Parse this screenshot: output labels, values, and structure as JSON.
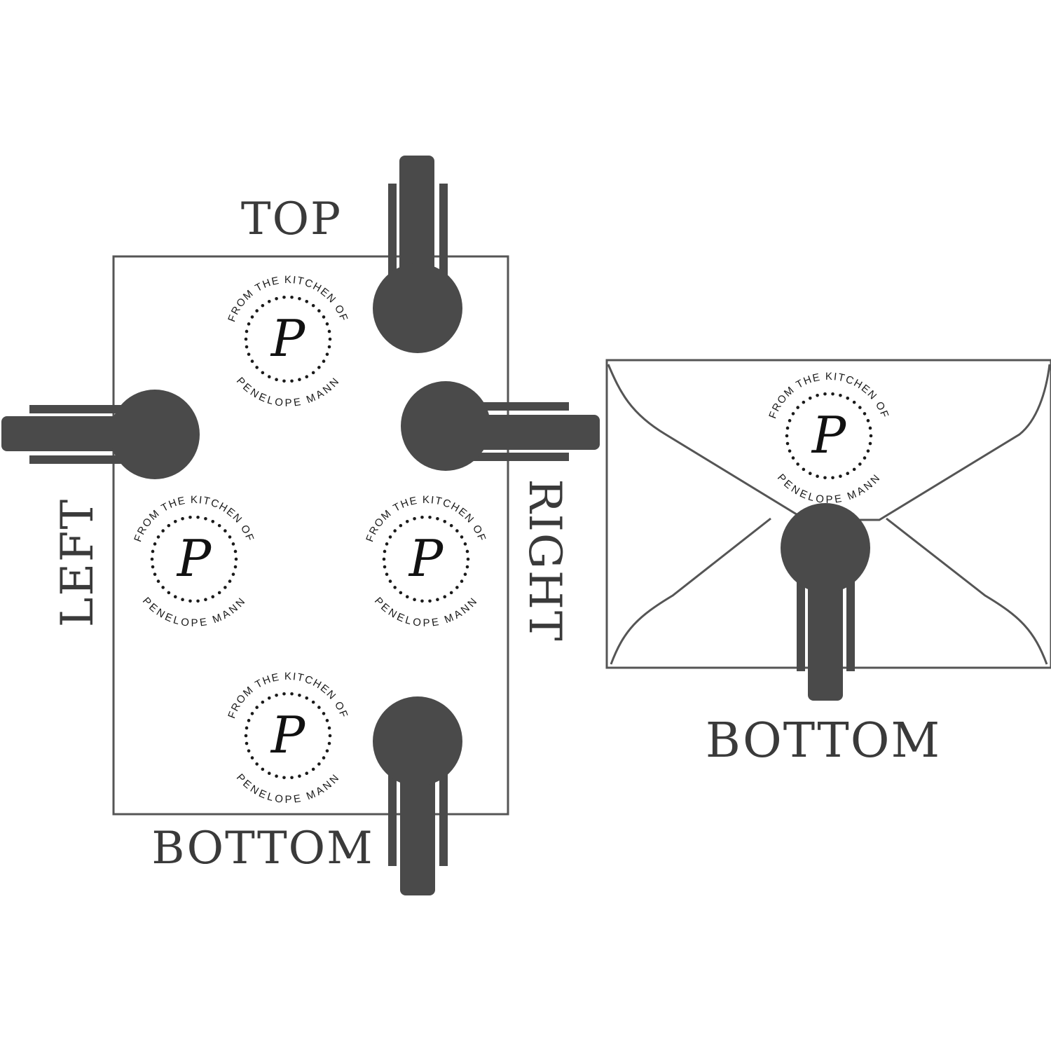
{
  "labels": {
    "top": "TOP",
    "left": "LEFT",
    "right": "RIGHT",
    "bottom": "BOTTOM",
    "envelope_bottom": "BOTTOM"
  },
  "stamp": {
    "top_text": "FROM THE KITCHEN OF",
    "bottom_text": "PENELOPE MANN",
    "monogram": "P"
  },
  "colors": {
    "embosser": "#4a4a4a",
    "outline": "#555555",
    "label": "#3a3a3a",
    "stamp": "#1a1a1a"
  }
}
